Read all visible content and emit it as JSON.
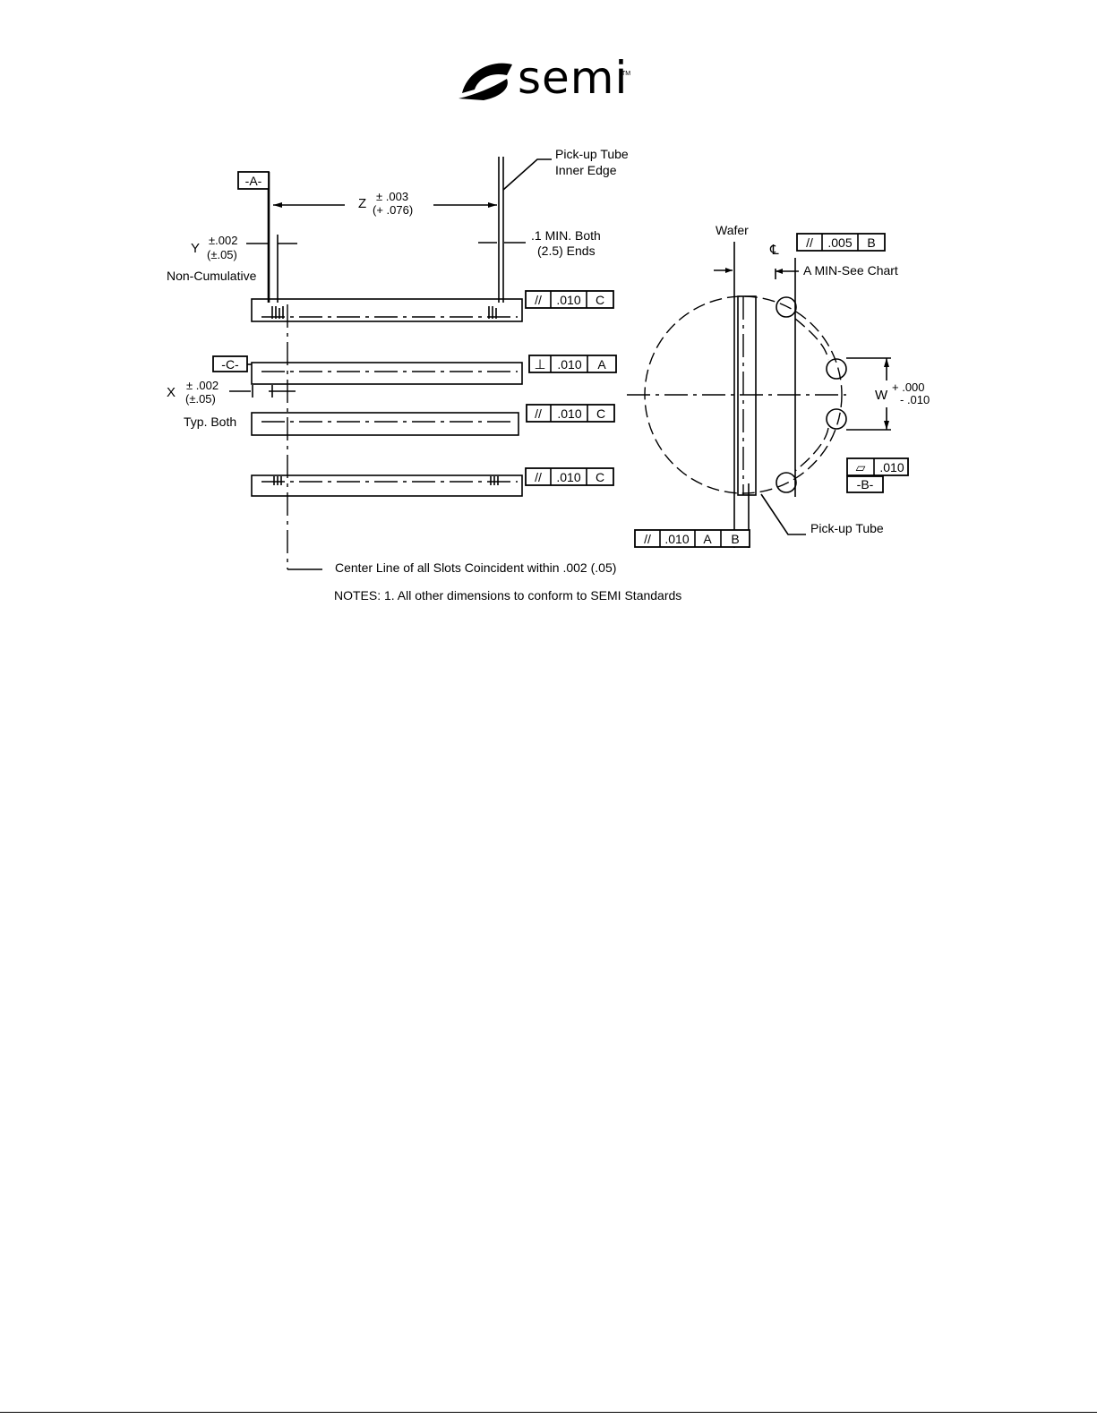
{
  "logo": {
    "word": "semi",
    "tm": "TM"
  },
  "callouts": {
    "pickup_tube_inner_edge_1": "Pick-up Tube",
    "pickup_tube_inner_edge_2": "Inner Edge",
    "datum_a": "-A-",
    "datum_b": "-B-",
    "datum_c": "-C-",
    "z_letter": "Z",
    "z_tol": "± .003",
    "z_tol_mm": "(+ .076)",
    "y_letter": "Y",
    "y_tol": "±.002",
    "y_tol_mm": "(±.05)",
    "non_cumulative": "Non-Cumulative",
    "min_both_1": ".1 MIN. Both",
    "min_both_2": "(2.5) Ends",
    "x_letter": "X",
    "x_tol": "± .002",
    "x_tol_mm": "(±.05)",
    "typ_both": "Typ. Both",
    "wafer": "Wafer",
    "centerline_symbol": "℄",
    "a_min": "A MIN-See Chart",
    "w_letter": "W",
    "w_plus": "+ .000",
    "w_minus": "- .010",
    "pickup_tube": "Pick-up Tube",
    "centerline_note": "Center Line of all Slots Coincident within .002 (.05)",
    "notes": "NOTES:  1.  All other dimensions to conform to SEMI Standards"
  },
  "fcf": {
    "parallel": "//",
    "perp": "⊥",
    "flat": "▱",
    "v005": ".005",
    "v010": ".010",
    "ref_a": "A",
    "ref_b": "B",
    "ref_c": "C"
  }
}
